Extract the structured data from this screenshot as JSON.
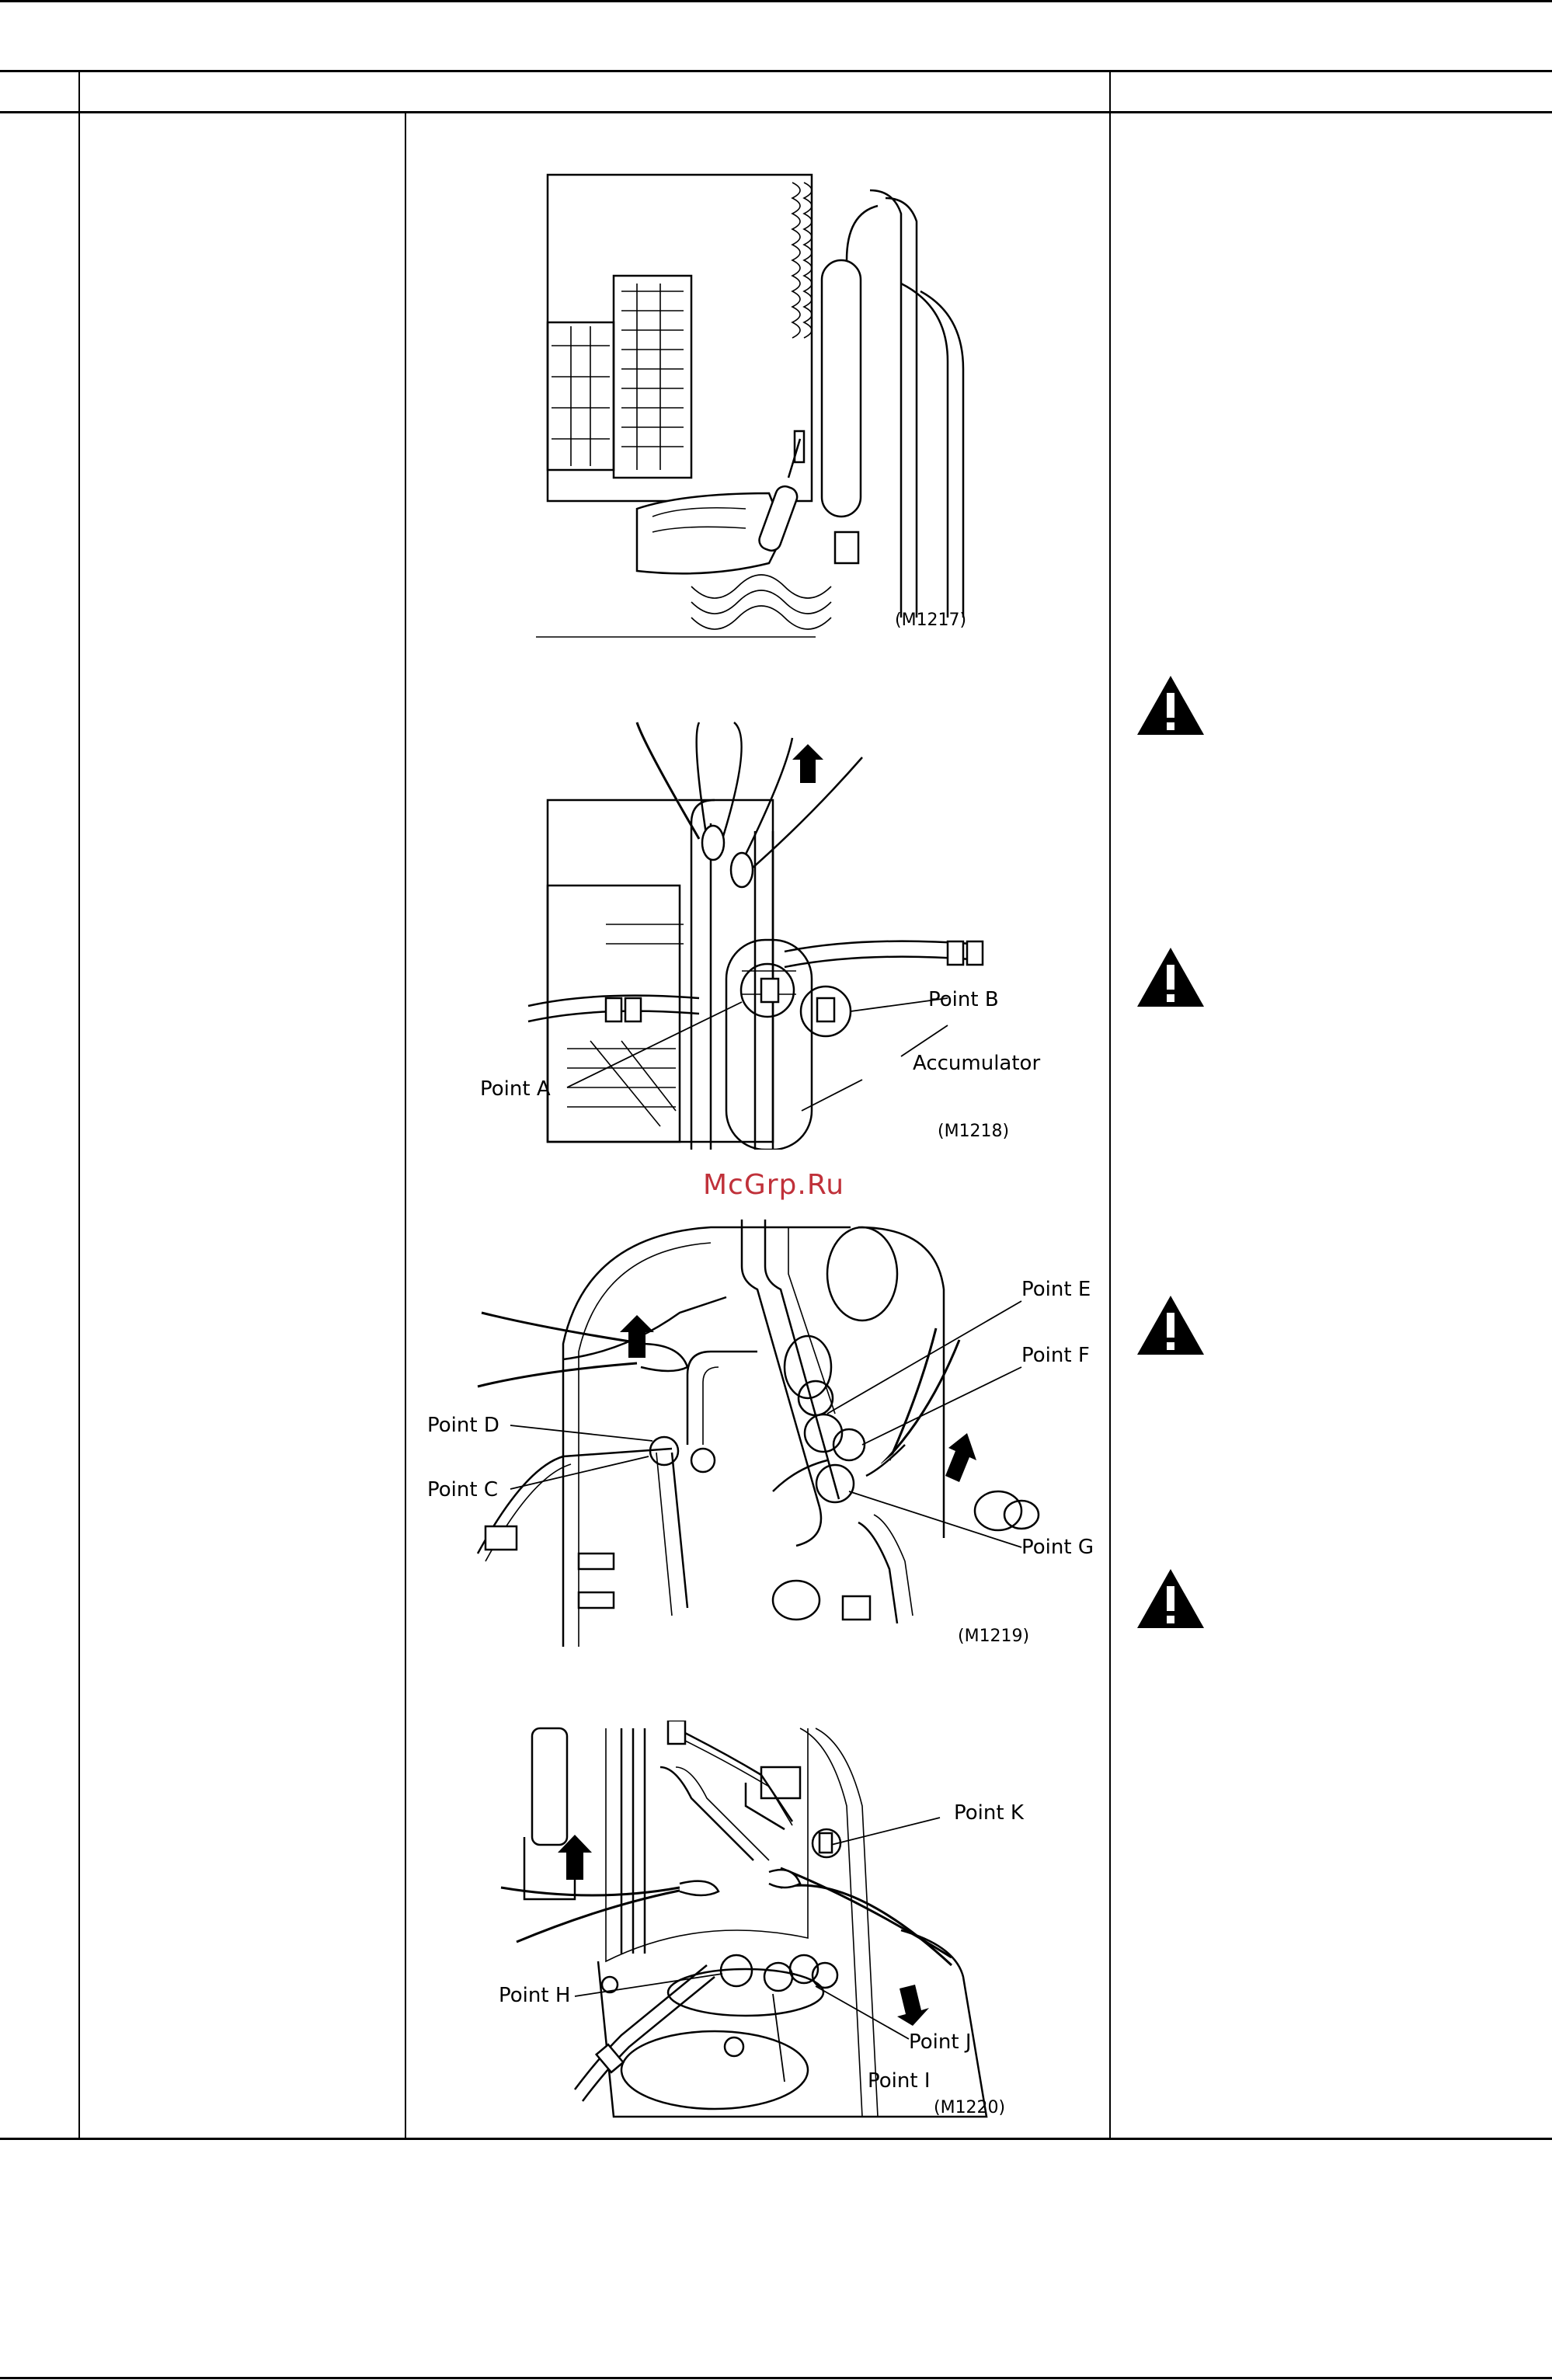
{
  "watermark": "McGrp.Ru",
  "figures": {
    "m1217": {
      "caption": "(M1217)"
    },
    "m1218": {
      "caption": "(M1218)",
      "labels": {
        "point_a": "Point A",
        "point_b": "Point B",
        "accumulator": "Accumulator"
      }
    },
    "m1219": {
      "caption": "(M1219)",
      "labels": {
        "point_c": "Point C",
        "point_d": "Point D",
        "point_e": "Point E",
        "point_f": "Point F",
        "point_g": "Point G"
      }
    },
    "m1220": {
      "caption": "(M1220)",
      "labels": {
        "point_h": "Point H",
        "point_i": "Point I",
        "point_j": "Point J",
        "point_k": "Point K"
      }
    }
  },
  "icons": [
    "warning-icon",
    "warning-icon",
    "warning-icon",
    "warning-icon"
  ]
}
